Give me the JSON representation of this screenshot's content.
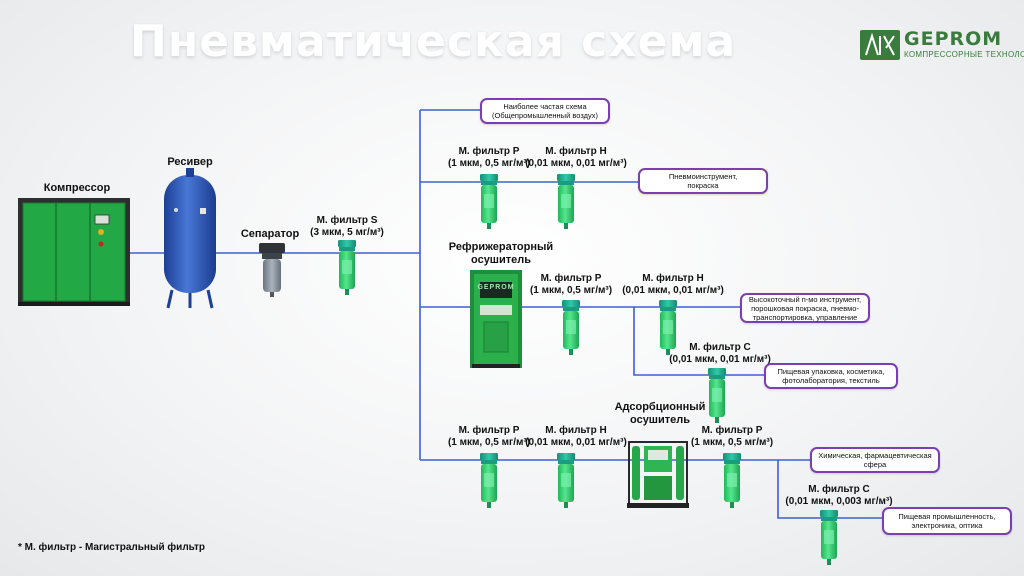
{
  "title": "Пневматическая схема",
  "logo": {
    "name": "GEPROM",
    "tagline": "КОМПРЕССОРНЫЕ ТЕХНОЛОГИИ"
  },
  "equipment": {
    "compressor": "Компрессор",
    "receiver": "Ресивер",
    "separator": "Сепаратор",
    "refrigerated_dryer": [
      "Рефрижераторный",
      "осушитель"
    ],
    "adsorption_dryer": [
      "Адсорбционный",
      "осушитель"
    ],
    "dryer_brand": "GEPROM"
  },
  "filters": {
    "main_s": [
      "М. фильтр S",
      "(3 мкм, 5 мг/м³)"
    ],
    "top_p": [
      "М. фильтр P",
      "(1 мкм, 0,5 мг/м³)"
    ],
    "top_h": [
      "М. фильтр H",
      "(0,01 мкм, 0,01 мг/м³)"
    ],
    "mid_p": [
      "М. фильтр P",
      "(1 мкм, 0,5 мг/м³)"
    ],
    "mid_h": [
      "М. фильтр H",
      "(0,01 мкм, 0,01 мг/м³)"
    ],
    "mid_c": [
      "М. фильтр C",
      "(0,01 мкм, 0,01 мг/м³)"
    ],
    "bot_p1": [
      "М. фильтр P",
      "(1 мкм, 0,5 мг/м³)"
    ],
    "bot_h": [
      "М. фильтр H",
      "(0,01 мкм, 0,01 мг/м³)"
    ],
    "bot_p2": [
      "М. фильтр P",
      "(1 мкм, 0,5 мг/м³)"
    ],
    "bot_c": [
      "М. фильтр C",
      "(0,01 мкм, 0,003 мг/м³)"
    ]
  },
  "notes": {
    "common": [
      "Наиболее частая схема",
      "(Общепромышленный воздух)"
    ],
    "tools": [
      "Пневмоинструмент,",
      "покраска"
    ],
    "precision": [
      "Высокоточный п-мо инструмент,",
      "порошковая покраска, пневмо-",
      "транспортировка, управление"
    ],
    "food_pack": [
      "Пищевая упаковка, косметика,",
      "фотолаборатория, текстиль"
    ],
    "chem": [
      "Химическая, фармацевтическая",
      "сфера"
    ],
    "food_ind": [
      "Пищевая промышленность,",
      "электроника, оптика"
    ]
  },
  "footnote": "* М. фильтр - Магистральный фильтр",
  "colors": {
    "pipe": "#3f5fd0",
    "note_border": "#7a3fb0",
    "filter_green": "#2fd06a",
    "filter_cap": "#1fae8e",
    "compressor_green": "#22a845",
    "receiver_blue": "#2f58b8",
    "brand_green": "#3a7b3e"
  }
}
